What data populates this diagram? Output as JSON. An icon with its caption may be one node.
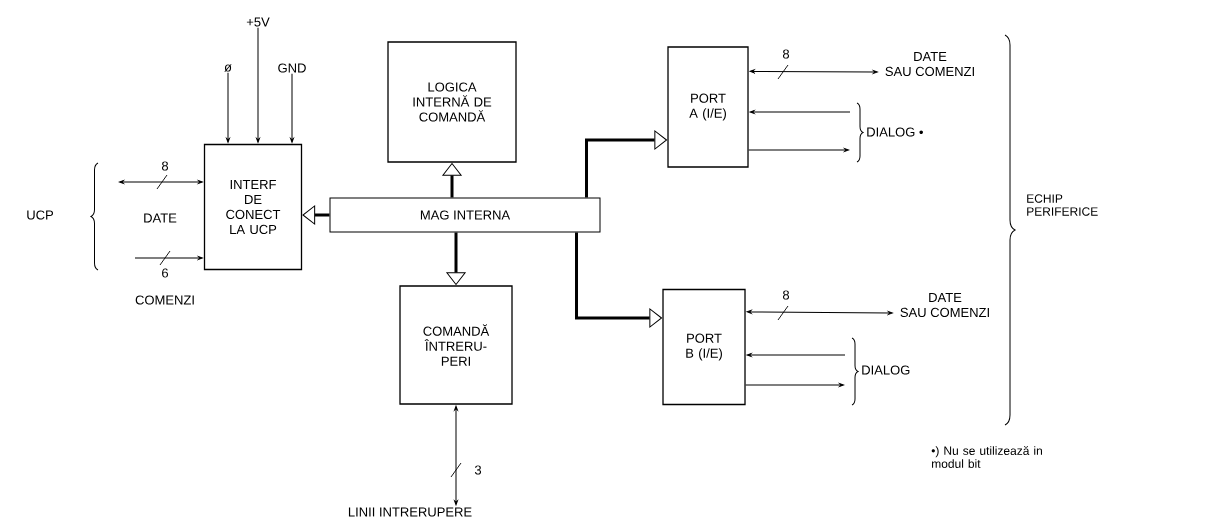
{
  "diagram": {
    "nodes": [
      {
        "text": [
          "INTERF DE CONECT LA UCP"
        ]
      },
      {
        "text": [
          "LOGICA INTERNĂ DE COMANDĂ"
        ]
      },
      {
        "text": [
          "COMANDĂ ÎNTRERU- PERI"
        ]
      },
      {
        "text": [
          "PORT A (I/E)"
        ]
      },
      {
        "text": [
          "PORT B (I/E)"
        ]
      },
      {
        "text": [
          "MAG INTERNA"
        ]
      },
      {
        "text": [
          "+5V"
        ]
      },
      {
        "text": [
          "ø"
        ]
      },
      {
        "text": [
          "GND"
        ]
      },
      {
        "text": [
          "DATE SAU COMENZI"
        ]
      },
      {
        "text": [
          "DATE SAU COMENZI"
        ]
      },
      {
        "text": [
          "LINII INTRERUPERE"
        ]
      }
    ],
    "edges": [
      {
        "from": 6,
        "to": 0,
        "arrow": "to"
      },
      {
        "from": 7,
        "to": 0,
        "arrow": "to"
      },
      {
        "from": 8,
        "to": 0,
        "arrow": "to"
      },
      {
        "from": null,
        "to": 0,
        "arrow": "both",
        "label": "8"
      },
      {
        "from": null,
        "to": 0,
        "arrow": "to",
        "label": "6"
      },
      {
        "from": 5,
        "to": 0,
        "arrow": "to",
        "style": "thick"
      },
      {
        "from": 5,
        "to": 1,
        "arrow": "to",
        "style": "thick"
      },
      {
        "from": 5,
        "to": 2,
        "arrow": "to",
        "style": "thick"
      },
      {
        "from": 5,
        "to": 3,
        "arrow": "to",
        "style": "thick"
      },
      {
        "from": 5,
        "to": 4,
        "arrow": "to",
        "style": "thick"
      },
      {
        "from": 3,
        "to": 9,
        "arrow": "both",
        "label": "8"
      },
      {
        "from": null,
        "to": 3,
        "arrow": "to"
      },
      {
        "from": 3,
        "to": null,
        "arrow": "to"
      },
      {
        "from": 4,
        "to": 10,
        "arrow": "both",
        "label": "8"
      },
      {
        "from": null,
        "to": 4,
        "arrow": "to"
      },
      {
        "from": 4,
        "to": null,
        "arrow": "to"
      },
      {
        "from": 2,
        "to": 11,
        "arrow": "both",
        "label": "3"
      }
    ],
    "labels": [
      "UCP",
      "DATE",
      "COMENZI",
      "DIALOG •",
      "ECHIP PERIFERICE",
      "DIALOG",
      "•) Nu se utilizează in modul bit"
    ]
  }
}
